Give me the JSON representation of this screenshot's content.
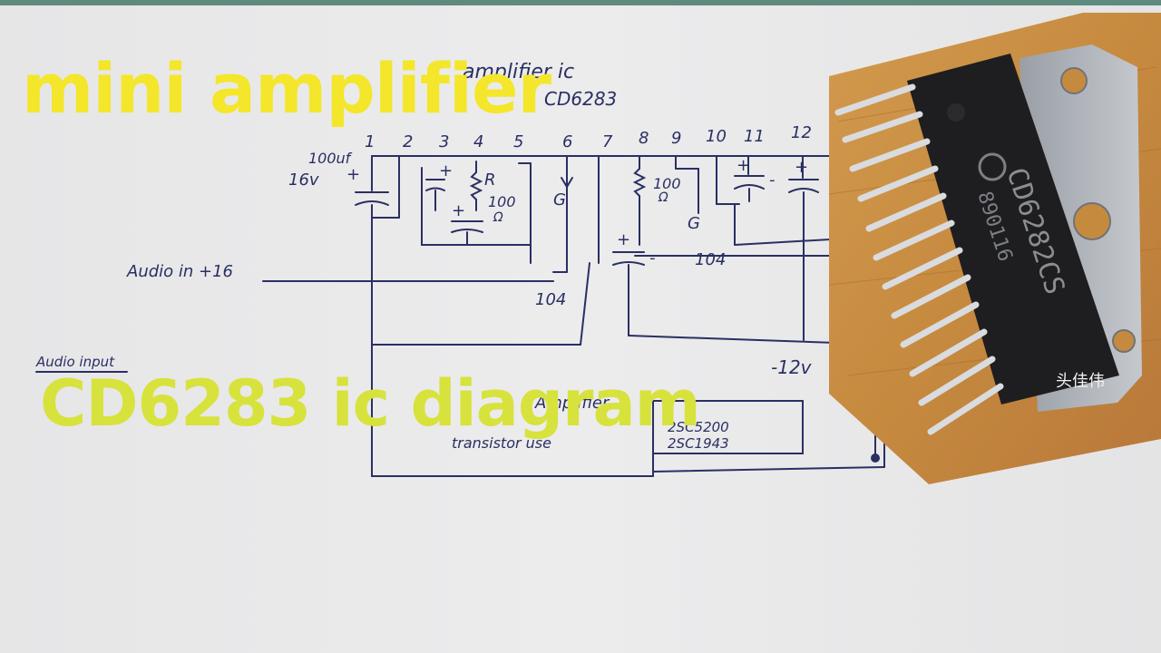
{
  "title_main": "mini amplifier",
  "title_sub": "CD6283 ic diagram",
  "colors": {
    "title_main": "#f4e62a",
    "title_sub": "#d7e23c",
    "ink": "#2a2f63"
  },
  "schematic": {
    "header_text": "amplifier ic",
    "ic_name": "CD6283",
    "pins": [
      "1",
      "2",
      "3",
      "4",
      "5",
      "6",
      "7",
      "8",
      "9",
      "10",
      "11",
      "12"
    ],
    "cap_value": "100uf",
    "cap_voltage": "16v",
    "resistor_label": "R",
    "resistor_value_1": "100",
    "resistor_value_2": "100",
    "unit_ohm": "Ω",
    "g_label_1": "G",
    "g_label_2": "G",
    "cap_104_a": "104",
    "cap_104_b": "104",
    "audio_in_1": "Audio in +16",
    "audio_in_2": "Audio input",
    "neg_voltage": "-12v",
    "transistor_label": "transistor use",
    "amplifier_label": "Amplifier",
    "transistor_1": "2SC5200",
    "transistor_2": "2SC1943",
    "plus": "+",
    "minus": "-"
  },
  "photo": {
    "chip_name": "CD6282CS",
    "chip_code": "890116",
    "watermark": "头佳伟"
  }
}
